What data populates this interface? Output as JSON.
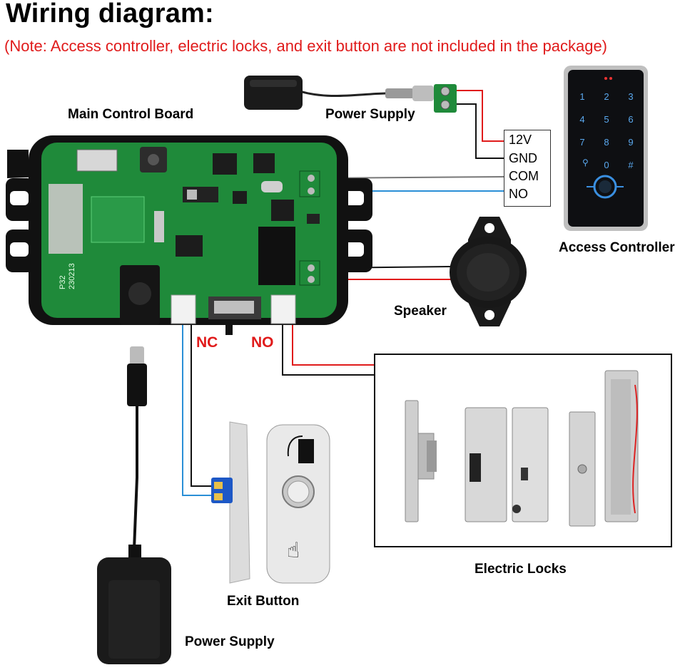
{
  "title": "Wiring diagram:",
  "note": "(Note: Access controller, electric locks, and exit button are not included in the package)",
  "labels": {
    "main_board": "Main Control Board",
    "power_supply_top": "Power Supply",
    "access_controller": "Access Controller",
    "speaker": "Speaker",
    "electric_locks": "Electric Locks",
    "exit_button": "Exit Button",
    "power_supply_bottom": "Power Supply",
    "nc": "NC",
    "no": "NO"
  },
  "terminals": [
    "12V",
    "GND",
    "COM",
    "NO"
  ],
  "board_marking": {
    "model": "P32",
    "date": "230213"
  },
  "keypad_keys": [
    "1",
    "2",
    "3",
    "4",
    "5",
    "6",
    "7",
    "8",
    "9",
    "",
    "0",
    "#"
  ],
  "colors": {
    "wire_red": "#e01b1b",
    "wire_black": "#111111",
    "wire_blue": "#2a8fd6",
    "wire_gray": "#777777",
    "board_green": "#1f8a3a",
    "note_red": "#e01b1b"
  }
}
